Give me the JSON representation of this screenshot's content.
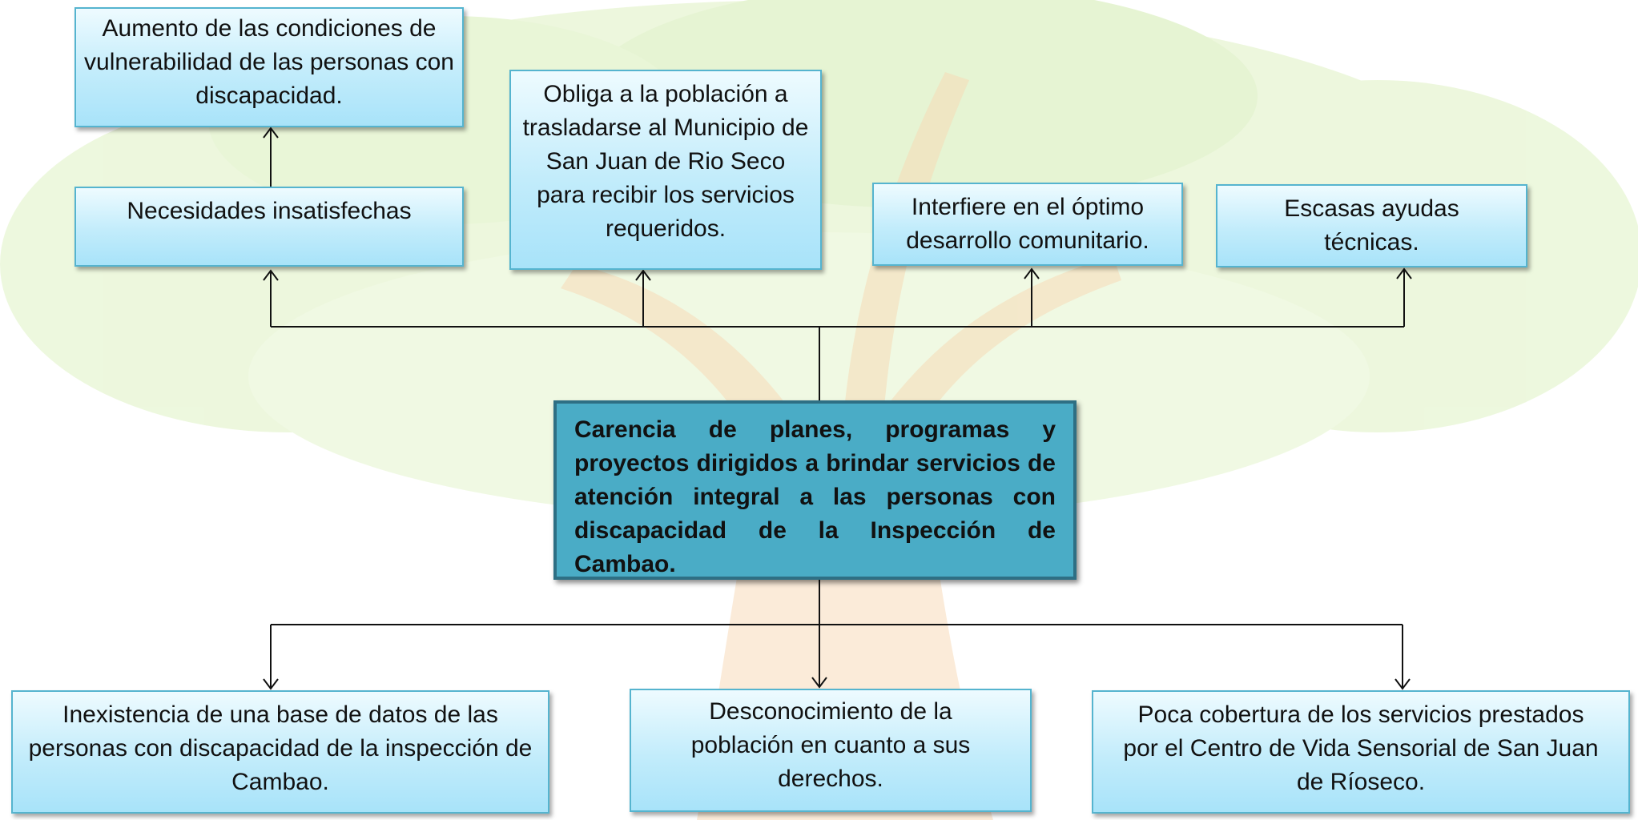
{
  "colors": {
    "box_fill": "#c2ecfb",
    "box_border": "#55b4cf",
    "core_fill": "#4aacc6",
    "core_border": "#2e6f84",
    "connector": "#111111"
  },
  "central_problem": "Carencia de planes, programas y proyectos dirigidos a brindar servicios de atención  integral a las personas con discapacidad de la Inspección de Cambao.",
  "effects": {
    "top_effect": "Aumento de las condiciones de vulnerabilidad de las personas con discapacidad.",
    "items": [
      "Necesidades insatisfechas",
      "Obliga a la población a trasladarse al Municipio de San Juan de Rio Seco para recibir los servicios requeridos.",
      "Interfiere en el óptimo desarrollo comunitario.",
      "Escasas ayudas técnicas."
    ]
  },
  "causes": {
    "items": [
      "Inexistencia de una base de datos de las personas con discapacidad de la inspección de Cambao.",
      "Desconocimiento de la población en cuanto a sus derechos.",
      "Poca cobertura de los servicios prestados por el Centro de Vida Sensorial de San Juan de Ríoseco."
    ]
  }
}
